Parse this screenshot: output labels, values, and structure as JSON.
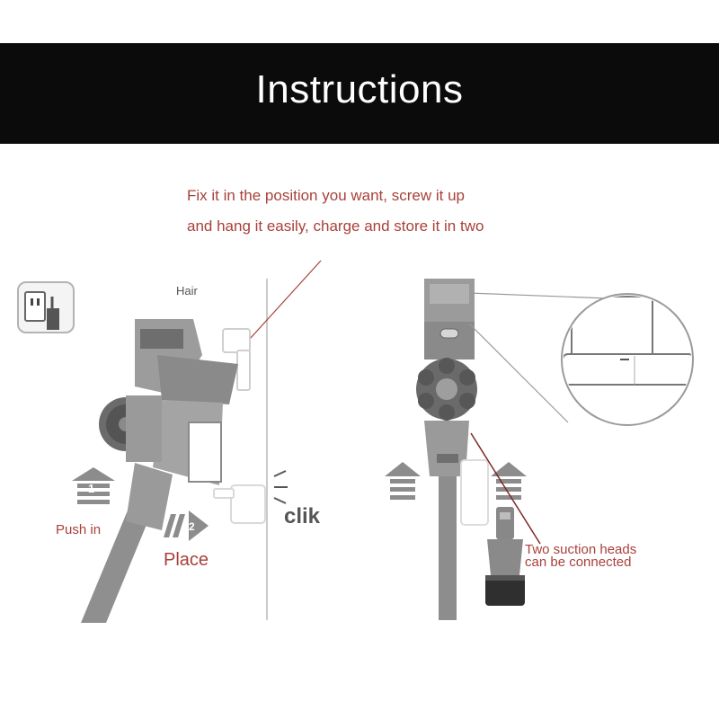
{
  "header": {
    "title": "Instructions"
  },
  "description": {
    "line1": "Fix it in the position you want, screw it up",
    "line2": "and hang it easily, charge and store it in two"
  },
  "left_panel": {
    "hair_icon_label": "Hair",
    "step1_number": "1",
    "step1_label": "Push in",
    "step2_number": "2",
    "step2_label": "Place",
    "sound_label": "clik"
  },
  "right_panel": {
    "suction_heads_line1": "Two suction heads",
    "suction_heads_line2": "can be connected"
  },
  "colors": {
    "banner": "#0b0b0b",
    "accent_red": "#a8413a",
    "dark_red": "#7a2a25",
    "gray": "#8f8f8f",
    "light_gray": "#cfcfcf"
  }
}
